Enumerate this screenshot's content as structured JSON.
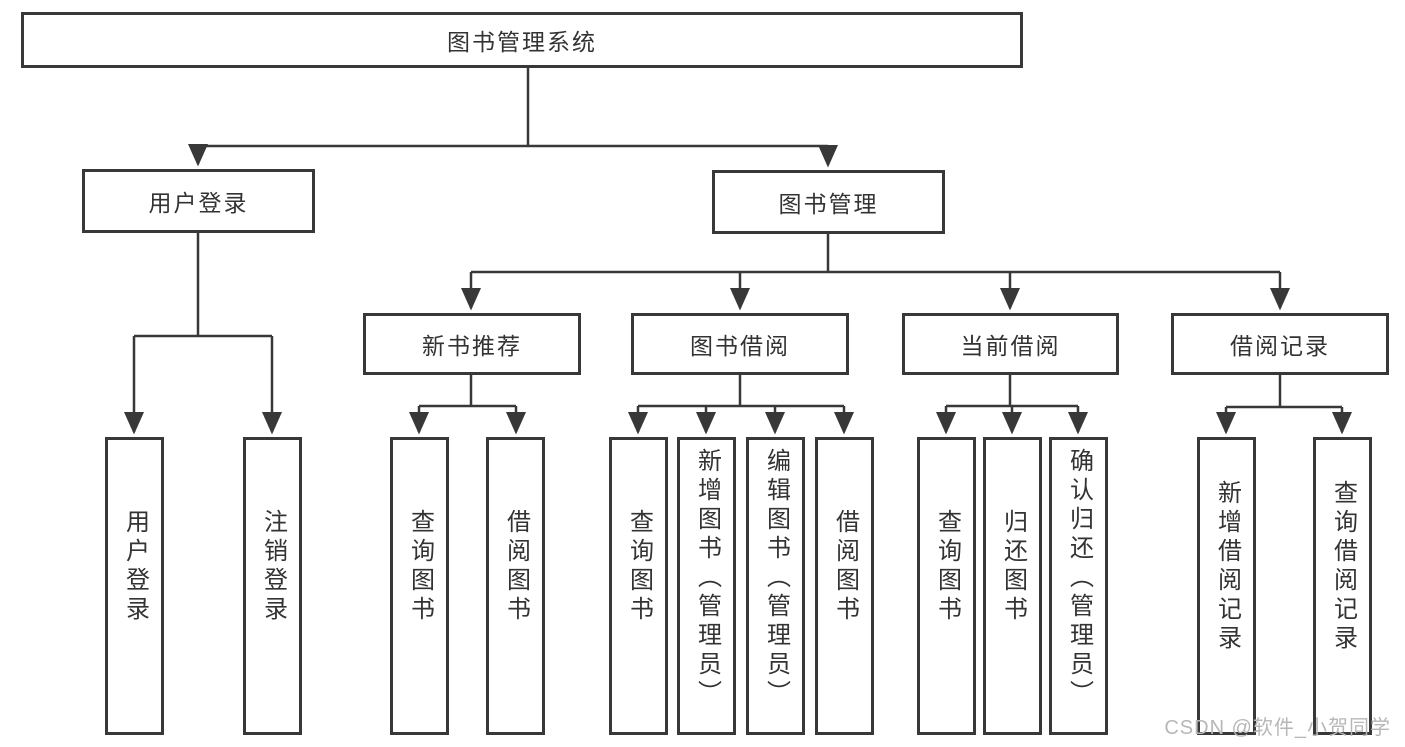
{
  "tree": {
    "root": {
      "label": "图书管理系统",
      "children": [
        {
          "label": "用户登录",
          "children": [
            {
              "label": "用户登录"
            },
            {
              "label": "注销登录"
            }
          ]
        },
        {
          "label": "图书管理",
          "children": [
            {
              "label": "新书推荐",
              "children": [
                {
                  "label": "查询图书"
                },
                {
                  "label": "借阅图书"
                }
              ]
            },
            {
              "label": "图书借阅",
              "children": [
                {
                  "label": "查询图书"
                },
                {
                  "label": "新增图书（管理员）"
                },
                {
                  "label": "编辑图书（管理员）"
                },
                {
                  "label": "借阅图书"
                }
              ]
            },
            {
              "label": "当前借阅",
              "children": [
                {
                  "label": "查询图书"
                },
                {
                  "label": "归还图书"
                },
                {
                  "label": "确认归还（管理员）"
                }
              ]
            },
            {
              "label": "借阅记录",
              "children": [
                {
                  "label": "新增借阅记录"
                },
                {
                  "label": "查询借阅记录"
                }
              ]
            }
          ]
        }
      ]
    }
  },
  "watermark": "CSDN @软件_小贺同学",
  "colors": {
    "line": "#383838",
    "box_border": "#383838",
    "text": "#333333",
    "watermark": "#b7b7b7",
    "background": "#ffffff"
  }
}
